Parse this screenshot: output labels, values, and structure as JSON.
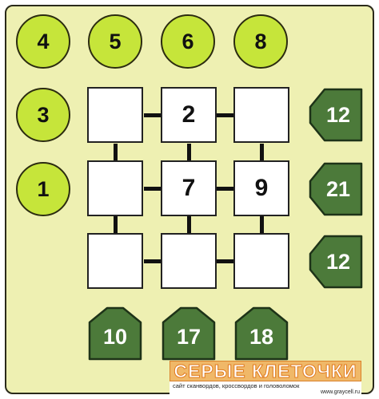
{
  "puzzle": {
    "pieces": [
      "4",
      "5",
      "6",
      "8",
      "3",
      "1"
    ],
    "grid": [
      [
        "",
        "2",
        ""
      ],
      [
        "",
        "7",
        "9"
      ],
      [
        "",
        "",
        ""
      ]
    ],
    "row_sums": [
      "12",
      "21",
      "12"
    ],
    "column_sums": [
      "10",
      "17",
      "18"
    ]
  },
  "colors": {
    "board": "#eef0b2",
    "piece": "#c6e53a",
    "clue": "#4c7a3a",
    "logo": "#f0b868"
  },
  "logo": {
    "title": "СЕРЫЕ КЛЕТОЧКИ",
    "tagline": "сайт сканвордов, кроссвордов и головоломок",
    "url": "www.graycell.ru"
  }
}
